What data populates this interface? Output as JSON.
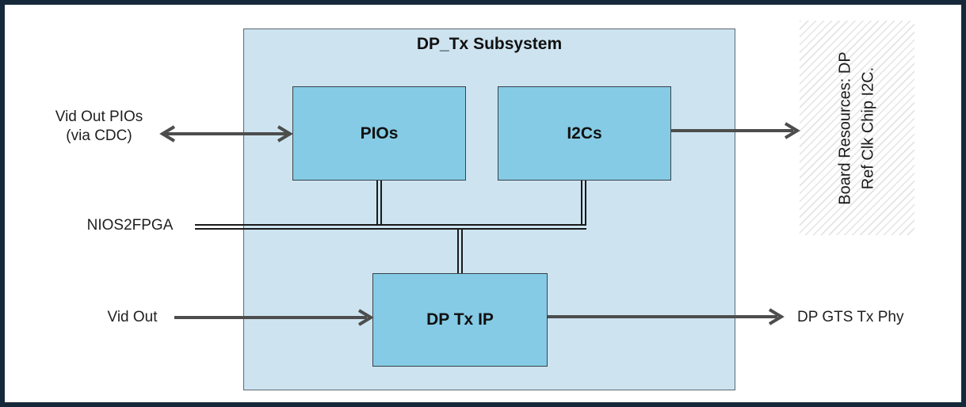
{
  "diagram": {
    "title": "DP_Tx Subsystem",
    "blocks": [
      {
        "id": "pios",
        "label": "PIOs"
      },
      {
        "id": "i2cs",
        "label": "I2Cs"
      },
      {
        "id": "dp_tx_ip",
        "label": "DP Tx IP"
      }
    ],
    "external_labels": {
      "vid_out_pios_line1": "Vid Out PIOs",
      "vid_out_pios_line2": "(via CDC)",
      "nios2fpga": "NIOS2FPGA",
      "vid_out": "Vid Out",
      "dp_gts_tx_phy": "DP GTS Tx Phy",
      "board_resources_line1": "Board Resources: DP",
      "board_resources_line2": "Ref Clk Chip I2C."
    },
    "connections": [
      {
        "from": "Vid Out PIOs (via CDC)",
        "to": "PIOs",
        "type": "bidirectional-arrow"
      },
      {
        "from": "I2Cs",
        "to": "Board Resources: DP Ref Clk Chip I2C.",
        "type": "arrow"
      },
      {
        "from": "NIOS2FPGA",
        "to": "PIOs, I2Cs, DP Tx IP",
        "type": "double-line-bus"
      },
      {
        "from": "Vid Out",
        "to": "DP Tx IP",
        "type": "arrow"
      },
      {
        "from": "DP Tx IP",
        "to": "DP GTS Tx Phy",
        "type": "arrow"
      }
    ],
    "colors": {
      "frame": "#16293a",
      "subsystem_fill": "#cde4f0",
      "subsystem_border": "#5c6870",
      "block_fill": "#85cbe5",
      "block_border": "#39424a",
      "bus_line": "#1a1a1a",
      "arrow": "#4d4d4d",
      "hatch_line": "#e4e4e4",
      "text": "#1f1f1f"
    }
  }
}
